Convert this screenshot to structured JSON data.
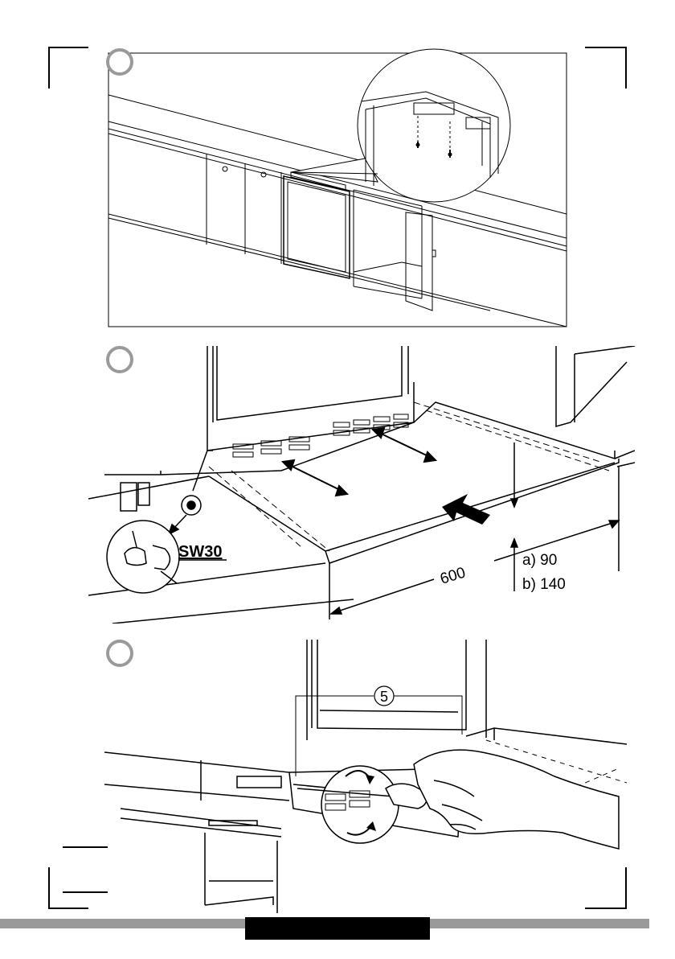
{
  "page": {
    "steps": [
      {
        "id": "step-1",
        "number": ""
      },
      {
        "id": "step-2",
        "number": ""
      },
      {
        "id": "step-3",
        "number": ""
      }
    ],
    "panel2": {
      "wrench_label": "SW30",
      "width_label": "600",
      "height_a": "a) 90",
      "height_b": "b) 140"
    },
    "panel3": {
      "part_number": "5"
    },
    "colors": {
      "step_circle_fill": "#ffffff",
      "step_circle_stroke": "#9a9a9a",
      "footer_bar": "#9a9a9a",
      "footer_block": "#000000",
      "line": "#000000"
    }
  }
}
